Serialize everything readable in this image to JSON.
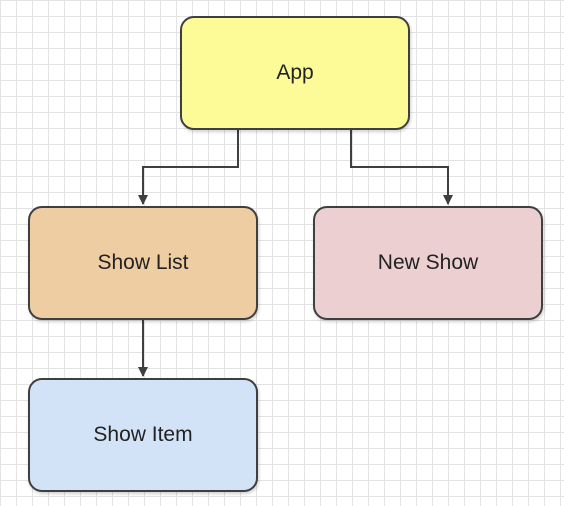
{
  "diagram": {
    "nodes": {
      "app": {
        "label": "App",
        "color": "#fdfb98"
      },
      "show_list": {
        "label": "Show List",
        "color": "#eecda3"
      },
      "new_show": {
        "label": "New Show",
        "color": "#eccfd1"
      },
      "show_item": {
        "label": "Show Item",
        "color": "#d3e3f7"
      }
    },
    "edges": [
      {
        "from": "app",
        "to": "show_list"
      },
      {
        "from": "app",
        "to": "new_show"
      },
      {
        "from": "show_list",
        "to": "show_item"
      }
    ],
    "colors": {
      "stroke": "#3f3f3f",
      "grid": "#e3e3e3",
      "background": "#ffffff"
    }
  }
}
